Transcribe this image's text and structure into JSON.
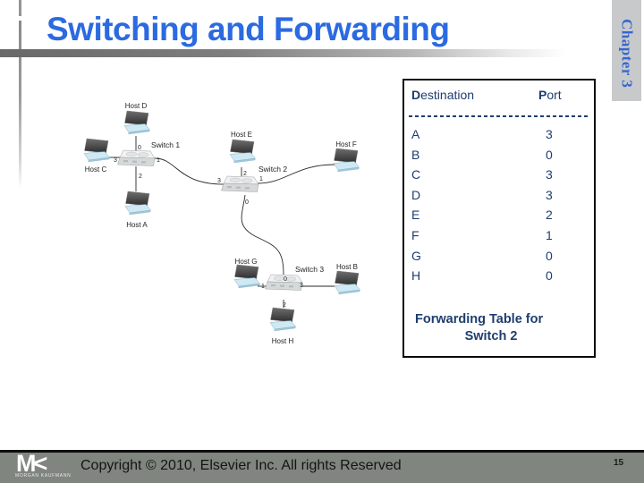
{
  "title": "Switching and Forwarding",
  "chapter_tab": "Chapter 3",
  "page_number": "15",
  "footer": {
    "copyright": "Copyright © 2010, Elsevier Inc. All rights Reserved",
    "logo_mark": "M<",
    "logo_name": "MORGAN KAUFMANN"
  },
  "forwarding_table": {
    "header": {
      "destination": "Destination",
      "port": "Port"
    },
    "rows": [
      {
        "destination": "A",
        "port": "3"
      },
      {
        "destination": "B",
        "port": "0"
      },
      {
        "destination": "C",
        "port": "3"
      },
      {
        "destination": "D",
        "port": "3"
      },
      {
        "destination": "E",
        "port": "2"
      },
      {
        "destination": "F",
        "port": "1"
      },
      {
        "destination": "G",
        "port": "0"
      },
      {
        "destination": "H",
        "port": "0"
      }
    ],
    "caption_line1": "Forwarding Table for",
    "caption_line2": "Switch 2"
  },
  "diagram": {
    "hosts": {
      "a": "Host A",
      "b": "Host B",
      "c": "Host C",
      "d": "Host D",
      "e": "Host E",
      "f": "Host F",
      "g": "Host G",
      "h": "Host H"
    },
    "switches": {
      "s1": "Switch 1",
      "s2": "Switch 2",
      "s3": "Switch 3"
    },
    "port_labels": {
      "p0": "0",
      "p1": "1",
      "p2": "2",
      "p3": "3"
    }
  },
  "colors": {
    "title_blue": "#2b6ae0",
    "table_navy": "#1e3d6e",
    "chapter_blue": "#3767cf",
    "footer_gray": "#80857f"
  }
}
